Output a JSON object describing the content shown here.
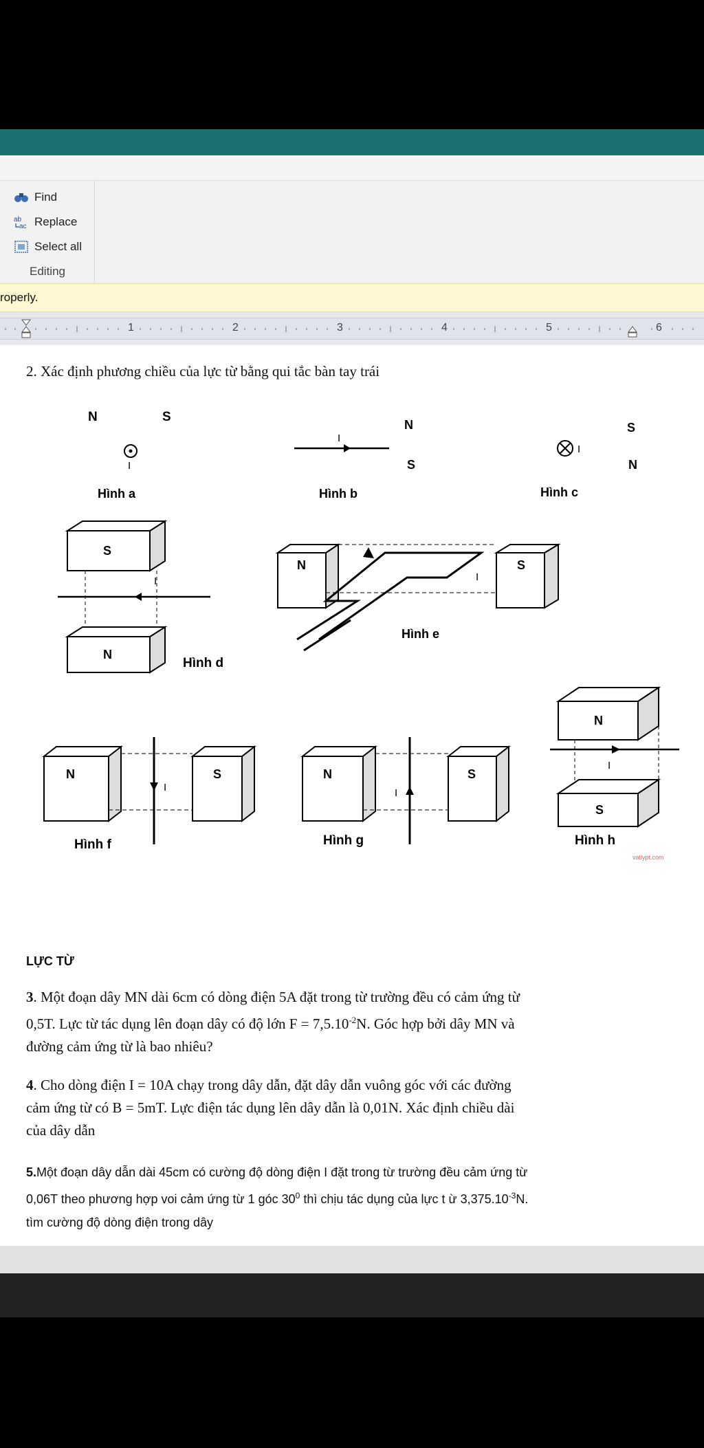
{
  "ribbon": {
    "find_label": "Find",
    "replace_label": "Replace",
    "select_all_label": "Select all",
    "group_label": "Editing"
  },
  "infobar": {
    "text": "roperly."
  },
  "ruler": {
    "numbers": [
      "1",
      "2",
      "3",
      "4",
      "5",
      "6"
    ]
  },
  "doc": {
    "q2_title": "2. Xác định phương chiều của lực từ bằng qui tắc bàn tay trái",
    "fig_a": {
      "n": "N",
      "s": "S",
      "i": "I",
      "caption": "Hình a"
    },
    "fig_b": {
      "n": "N",
      "s": "S",
      "i": "I",
      "caption": "Hình b"
    },
    "fig_c": {
      "n": "N",
      "s": "S",
      "i": "I",
      "caption": "Hình c"
    },
    "fig_d": {
      "top": "S",
      "bottom": "N",
      "i": "I",
      "caption": "Hình d"
    },
    "fig_e": {
      "left": "N",
      "right": "S",
      "i": "I",
      "caption": "Hình e"
    },
    "fig_f": {
      "left": "N",
      "right": "S",
      "i": "I",
      "caption": "Hình f"
    },
    "fig_g": {
      "left": "N",
      "right": "S",
      "i": "I",
      "caption": "Hình g"
    },
    "fig_h": {
      "top": "N",
      "bottom": "S",
      "i": "I",
      "caption": "Hình h"
    },
    "watermark": "vatlypt.com",
    "section_title": "LỰC TỪ",
    "q3": {
      "num": "3",
      "line1": ". Một đoạn dây MN dài 6cm có dòng điện 5A đặt trong từ trường đều có cảm ứng từ",
      "line2": "0,5T. Lực từ tác dụng lên đoạn dây có độ lớn F = 7,5.10",
      "line2_sup": "-2",
      "line2_end": "N. Góc hợp bởi dây MN và",
      "line3": "đường cảm ứng từ là bao nhiêu?"
    },
    "q4": {
      "num": "4",
      "line1": ". Cho dòng điện I = 10A chạy trong dây dẫn, đặt dây dẫn vuông góc với các đường",
      "line2": "cảm ứng từ có B = 5mT. Lực điện tác dụng lên dây dẫn là 0,01N. Xác định chiều dài",
      "line3": "của dây dẫn"
    },
    "q5": {
      "num": "5.",
      "line1": "Một đoạn dây dẫn dài 45cm có cường độ dòng điện I đặt trong từ trường đều cảm ứng từ",
      "line2": "0,06T theo phương hợp voi cảm ứng từ 1 góc 30",
      "line2_sup": "0",
      "line2_mid": " thì chịu tác dụng của lực t ừ 3,375.10",
      "line2_sup2": "-3",
      "line2_end": "N.",
      "line3": "tìm cường độ dòng điện trong dây"
    }
  }
}
